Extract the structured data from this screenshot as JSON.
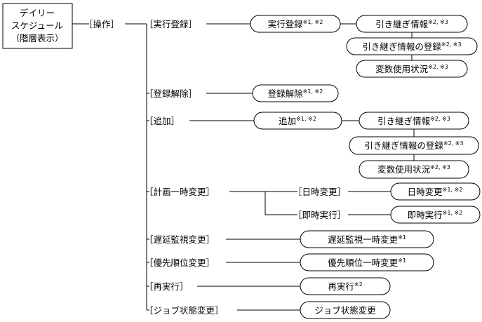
{
  "root": {
    "line1": "デイリー",
    "line2": "スケジュール",
    "line3": "（階層表示）"
  },
  "menu": {
    "operation": "［操作］"
  },
  "commands": [
    {
      "id": "exec-register",
      "label": "［実行登録］",
      "dialogs": [
        {
          "id": "exec-register-dialog",
          "label": "実行登録",
          "sup": "※1, ※2"
        },
        {
          "id": "carryover-info-1",
          "label": "引き継ぎ情報",
          "sup": "※2, ※3"
        },
        {
          "id": "carryover-register-1",
          "label": "引き継ぎ情報の登録",
          "sup": "※2, ※3"
        },
        {
          "id": "variable-usage-1",
          "label": "変数使用状況",
          "sup": "※2, ※3"
        }
      ]
    },
    {
      "id": "unregister",
      "label": "［登録解除］",
      "dialogs": [
        {
          "id": "unregister-dialog",
          "label": "登録解除",
          "sup": "※1, ※2"
        }
      ]
    },
    {
      "id": "add",
      "label": "［追加］",
      "dialogs": [
        {
          "id": "add-dialog",
          "label": "追加",
          "sup": "※1, ※2"
        },
        {
          "id": "carryover-info-2",
          "label": "引き継ぎ情報",
          "sup": "※2, ※3"
        },
        {
          "id": "carryover-register-2",
          "label": "引き継ぎ情報の登録",
          "sup": "※2, ※3"
        },
        {
          "id": "variable-usage-2",
          "label": "変数使用状況",
          "sup": "※2, ※3"
        }
      ]
    },
    {
      "id": "temp-change",
      "label": "［計画一時変更］",
      "submenu": [
        {
          "id": "datetime-change",
          "label": "［日時変更］",
          "dialog": {
            "id": "datetime-change-dialog",
            "label": "日時変更",
            "sup": "※1, ※2"
          }
        },
        {
          "id": "immediate-exec",
          "label": "［即時実行］",
          "dialog": {
            "id": "immediate-exec-dialog",
            "label": "即時実行",
            "sup": "※1, ※2"
          }
        }
      ]
    },
    {
      "id": "delay-monitor",
      "label": "［遅延監視変更］",
      "dialogs": [
        {
          "id": "delay-monitor-dialog",
          "label": "遅延監視一時変更",
          "sup": "※1"
        }
      ]
    },
    {
      "id": "priority",
      "label": "［優先順位変更］",
      "dialogs": [
        {
          "id": "priority-dialog",
          "label": "優先順位一時変更",
          "sup": "※1"
        }
      ]
    },
    {
      "id": "rerun",
      "label": "［再実行］",
      "dialogs": [
        {
          "id": "rerun-dialog",
          "label": "再実行",
          "sup": "※2"
        }
      ]
    },
    {
      "id": "job-status",
      "label": "［ジョブ状態変更］",
      "dialogs": [
        {
          "id": "job-status-dialog",
          "label": "ジョブ状態変更",
          "sup": ""
        }
      ]
    }
  ]
}
